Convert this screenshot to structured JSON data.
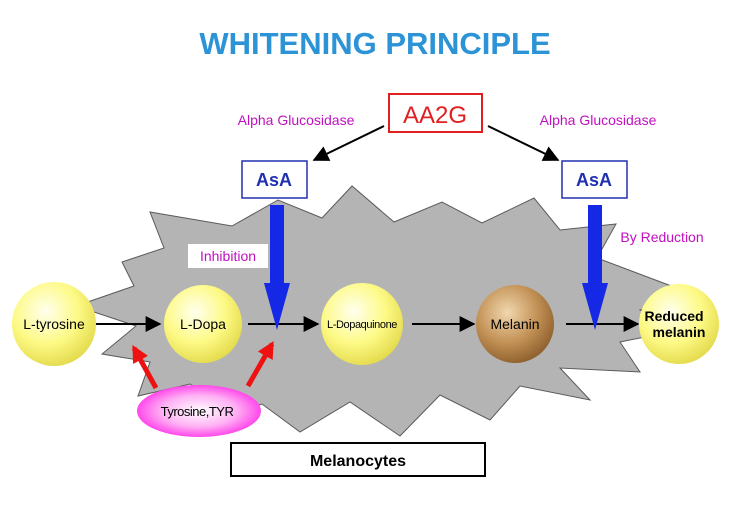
{
  "title": "WHITENING PRINCIPLE",
  "source": "AA2G",
  "enzyme_label": "Alpha Glucosidase",
  "product": "AsA",
  "inhibition_label": "Inhibition",
  "reduction_label": "By Reduction",
  "enzyme_bubble": "Tyrosine,TYR",
  "container_label": "Melanocytes",
  "pathway": [
    {
      "label": "L-tyrosine"
    },
    {
      "label": "L-Dopa"
    },
    {
      "label": "L-Dopaquinone"
    },
    {
      "label": "Melanin"
    },
    {
      "label": "Reduced",
      "label2": "melanin"
    }
  ],
  "colors": {
    "title": "#2b93d6",
    "magenta_text": "#c010c0",
    "source_border": "#e02020",
    "product_border": "#2030b0",
    "blue_arrow": "#1428e6",
    "red_arrow": "#ee1111",
    "cell": "#b4b4b4",
    "node_yellow": "#fdfa86",
    "melanin_brown": "#b8854a",
    "enzyme_bubble": "#ff33ee"
  }
}
